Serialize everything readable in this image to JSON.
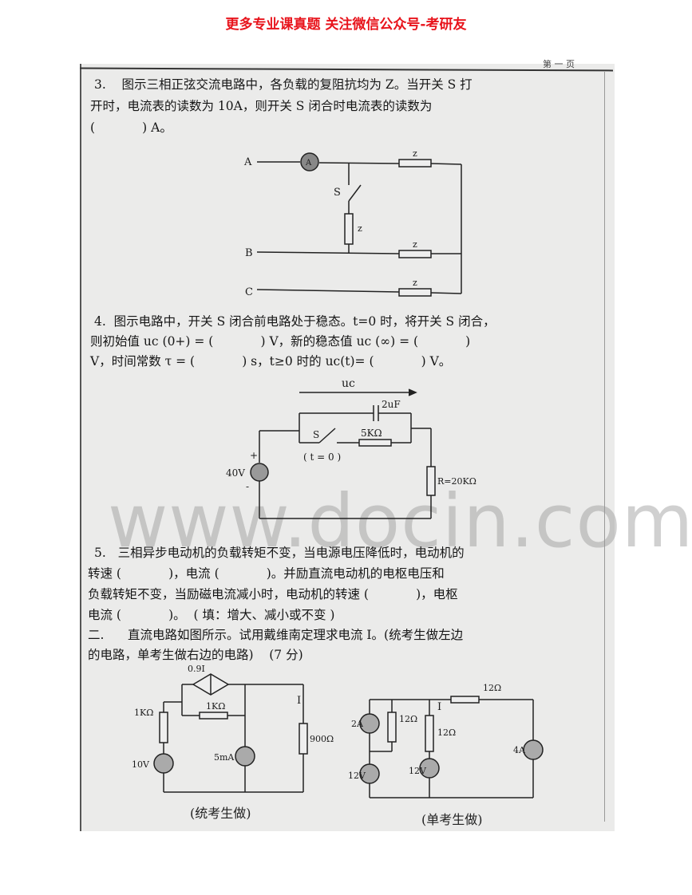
{
  "banner": "更多专业课真题 关注微信公众号-考研友",
  "page_mark": "第 一 页",
  "q3": {
    "lines": [
      "3.    图示三相正弦交流电路中，各负载的复阻抗均为 Z。当开关 S 打",
      "开时，电流表的读数为 10A，则开关 S 闭合时电流表的读数为",
      "(            ) A。"
    ],
    "labels": {
      "a": "A",
      "b": "B",
      "c": "C",
      "s": "S",
      "z": "z",
      "ammeter": "A"
    }
  },
  "q4": {
    "lines": [
      "4.  图示电路中，开关 S 闭合前电路处于稳态。t=0 时，将开关 S 闭合，",
      "则初始值 uc (0+) = (            ) V，新的稳态值 uc (∞) = (            )",
      "V，时间常数 τ = (            ) s，t≥0 时的 uc(t)= (            ) V。"
    ],
    "labels": {
      "uc": "uc",
      "cap": "2uF",
      "r1": "5KΩ",
      "s": "S",
      "t0": "( t = 0 )",
      "src": "40V",
      "r": "R=20KΩ",
      "plus": "+",
      "minus": "-"
    }
  },
  "q5": {
    "lines": [
      "5.   三相异步电动机的负载转矩不变，当电源电压降低时，电动机的",
      "转速 (            )，电流 (            )。并励直流电动机的电枢电压和",
      "负载转矩不变，当励磁电流减小时，电动机的转速 (            )，电枢",
      "电流 (            )。  ( 填：增大、减小或不变 )"
    ]
  },
  "q2": {
    "lines": [
      "二.      直流电路如图所示。试用戴维南定理求电流 I。(统考生做左边",
      "的电路，单考生做右边的电路)    (7 分)"
    ],
    "left": {
      "dep": "0.9I",
      "r1": "1KΩ",
      "r2": "1KΩ",
      "src": "10V",
      "isrc": "5mA",
      "rl": "900Ω",
      "i": "I",
      "caption": "(统考生做)"
    },
    "right": {
      "r1": "12Ω",
      "r2": "12Ω",
      "r3": "12Ω",
      "i1": "2A",
      "v1": "12V",
      "v2": "12V",
      "i2": "4A",
      "i": "I",
      "caption": "(单考生做)"
    }
  },
  "watermark": "www.docin.com"
}
